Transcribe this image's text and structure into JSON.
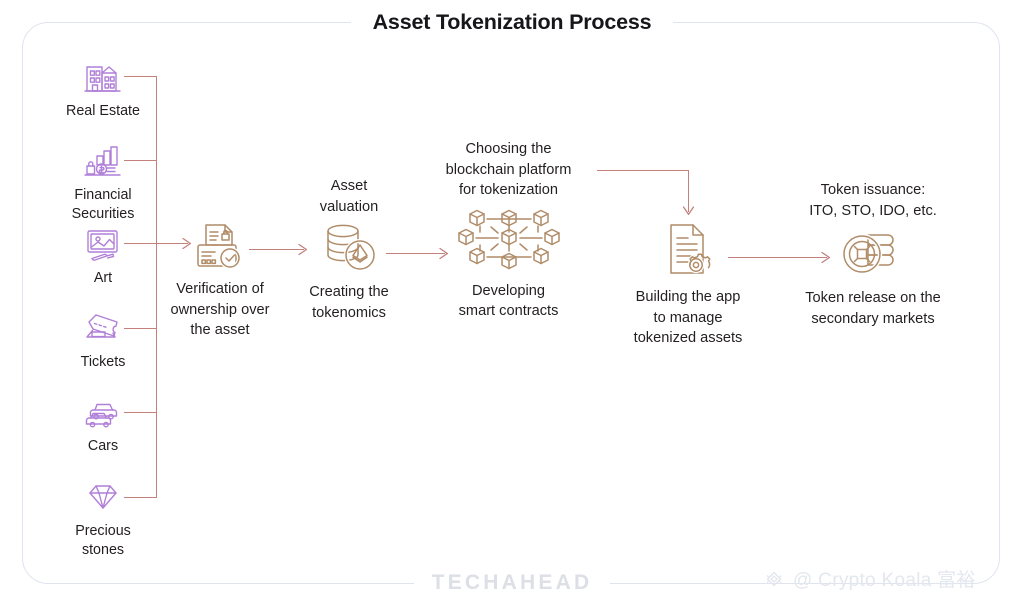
{
  "meta": {
    "title": "Asset Tokenization Process",
    "brand": "TECHAHEAD",
    "watermark": "@ Crypto Koala 富裕",
    "watermark_icon": "diamond-rhombus-logo",
    "accent_icon_purple": "#b07fd8",
    "accent_icon_tan": "#b08c68",
    "connector_color": "#c4817c",
    "frame_border": "#dfe4ee",
    "text_color": "#231f20"
  },
  "assets": {
    "group_label": "tokenizable-assets",
    "items": [
      {
        "label": "Real Estate",
        "icon": "buildings-icon"
      },
      {
        "label": "Financial\nSecurities",
        "icon": "bar-chart-money-icon"
      },
      {
        "label": "Art",
        "icon": "framed-painting-icon"
      },
      {
        "label": "Tickets",
        "icon": "ticket-icon"
      },
      {
        "label": "Cars",
        "icon": "cars-icon"
      },
      {
        "label": "Precious\nstones",
        "icon": "gem-icon"
      }
    ]
  },
  "steps": [
    {
      "id": "verification",
      "label_below": "Verification of\nownership over\nthe asset",
      "label_above": "",
      "icon": "document-verified-id-icon"
    },
    {
      "id": "tokenomics",
      "label_below": "Creating the\ntokenomics",
      "label_above": "Asset\nvaluation",
      "icon": "coin-stack-ethereum-icon"
    },
    {
      "id": "smart-contracts",
      "label_below": "Developing\nsmart contracts",
      "label_above": "Choosing the\nblockchain platform\nfor tokenization",
      "icon": "blockchain-cubes-icon"
    },
    {
      "id": "build-app",
      "label_below": "Building the app\nto manage\ntokenized assets",
      "label_above": "",
      "icon": "document-gear-icon"
    },
    {
      "id": "token-release",
      "label_below": "Token release on the\nsecondary markets",
      "label_above": "Token issuance:\nITO, STO, IDO, etc.",
      "icon": "token-coins-icon"
    }
  ]
}
